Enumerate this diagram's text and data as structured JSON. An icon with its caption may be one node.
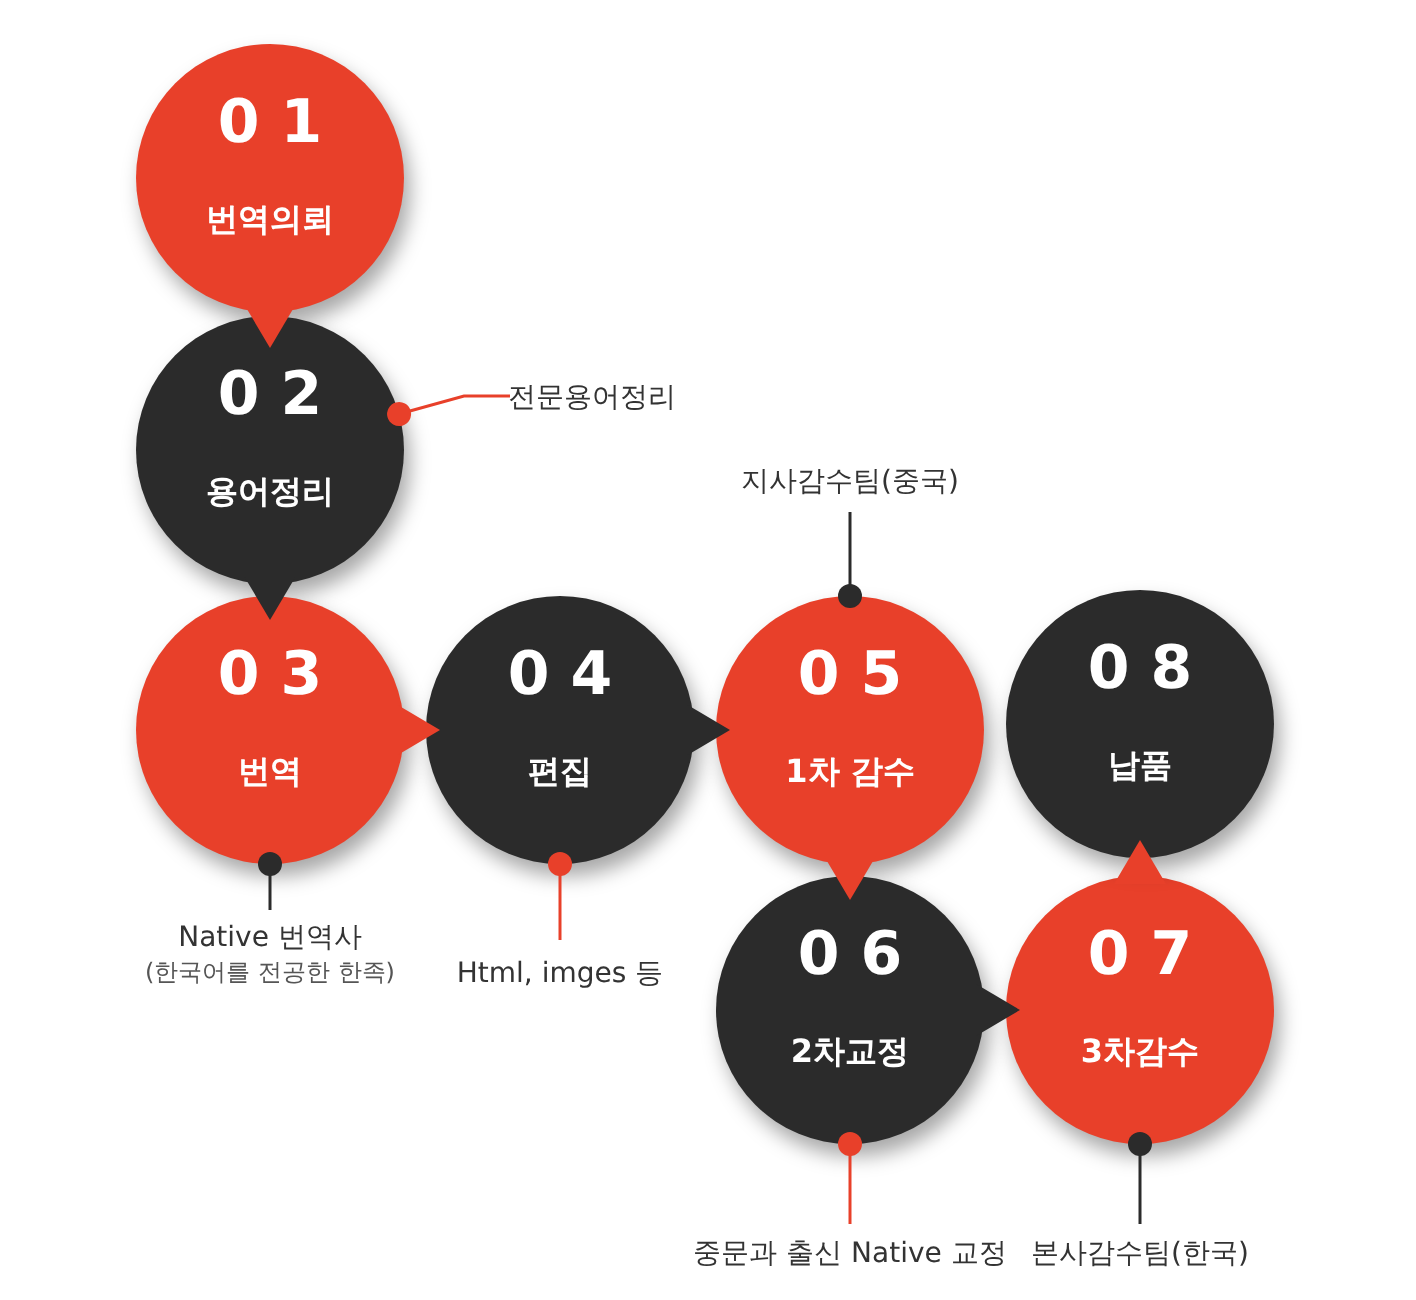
{
  "diagram": {
    "nodes": [
      {
        "text": [
          "0 1",
          "번역의뢰"
        ]
      },
      {
        "text": [
          "0 2",
          "용어정리"
        ]
      },
      {
        "text": [
          "0 3",
          "번역"
        ]
      },
      {
        "text": [
          "0 4",
          "편집"
        ]
      },
      {
        "text": [
          "0 5",
          "1차 감수"
        ]
      },
      {
        "text": [
          "0 6",
          "2차교정"
        ]
      },
      {
        "text": [
          "0 7",
          "3차감수"
        ]
      },
      {
        "text": [
          "0 8",
          "납품"
        ]
      },
      {
        "text": [
          "전문용어정리"
        ]
      },
      {
        "text": [
          "Native 번역사",
          "(한국어를 전공한 한족)"
        ]
      },
      {
        "text": [
          "Html, imges 등"
        ]
      },
      {
        "text": [
          "지사감수팀(중국)"
        ]
      },
      {
        "text": [
          "중문과 출신 Native 교정"
        ]
      },
      {
        "text": [
          "본사감수팀(한국)"
        ]
      }
    ],
    "edges": [
      {
        "from": 0,
        "to": 1,
        "arrow": "to",
        "color": "#e8402a"
      },
      {
        "from": 1,
        "to": 2,
        "arrow": "to",
        "color": "#2b2b2b"
      },
      {
        "from": 2,
        "to": 3,
        "arrow": "to",
        "color": "#e8402a"
      },
      {
        "from": 3,
        "to": 4,
        "arrow": "to",
        "color": "#2b2b2b"
      },
      {
        "from": 4,
        "to": 5,
        "arrow": "to",
        "color": "#e8402a"
      },
      {
        "from": 5,
        "to": 6,
        "arrow": "to",
        "color": "#2b2b2b"
      },
      {
        "from": 6,
        "to": 7,
        "arrow": "to",
        "color": "#e8402a"
      },
      {
        "from": 8,
        "to": 1,
        "arrow": "other",
        "color": "#e8402a"
      },
      {
        "from": 9,
        "to": 2,
        "arrow": "other",
        "color": "#2b2b2b"
      },
      {
        "from": 10,
        "to": 3,
        "arrow": "other",
        "color": "#e8402a"
      },
      {
        "from": 11,
        "to": 4,
        "arrow": "other",
        "color": "#2b2b2b"
      },
      {
        "from": 12,
        "to": 5,
        "arrow": "other",
        "color": "#e8402a"
      },
      {
        "from": 13,
        "to": 6,
        "arrow": "other",
        "color": "#2b2b2b"
      }
    ]
  }
}
